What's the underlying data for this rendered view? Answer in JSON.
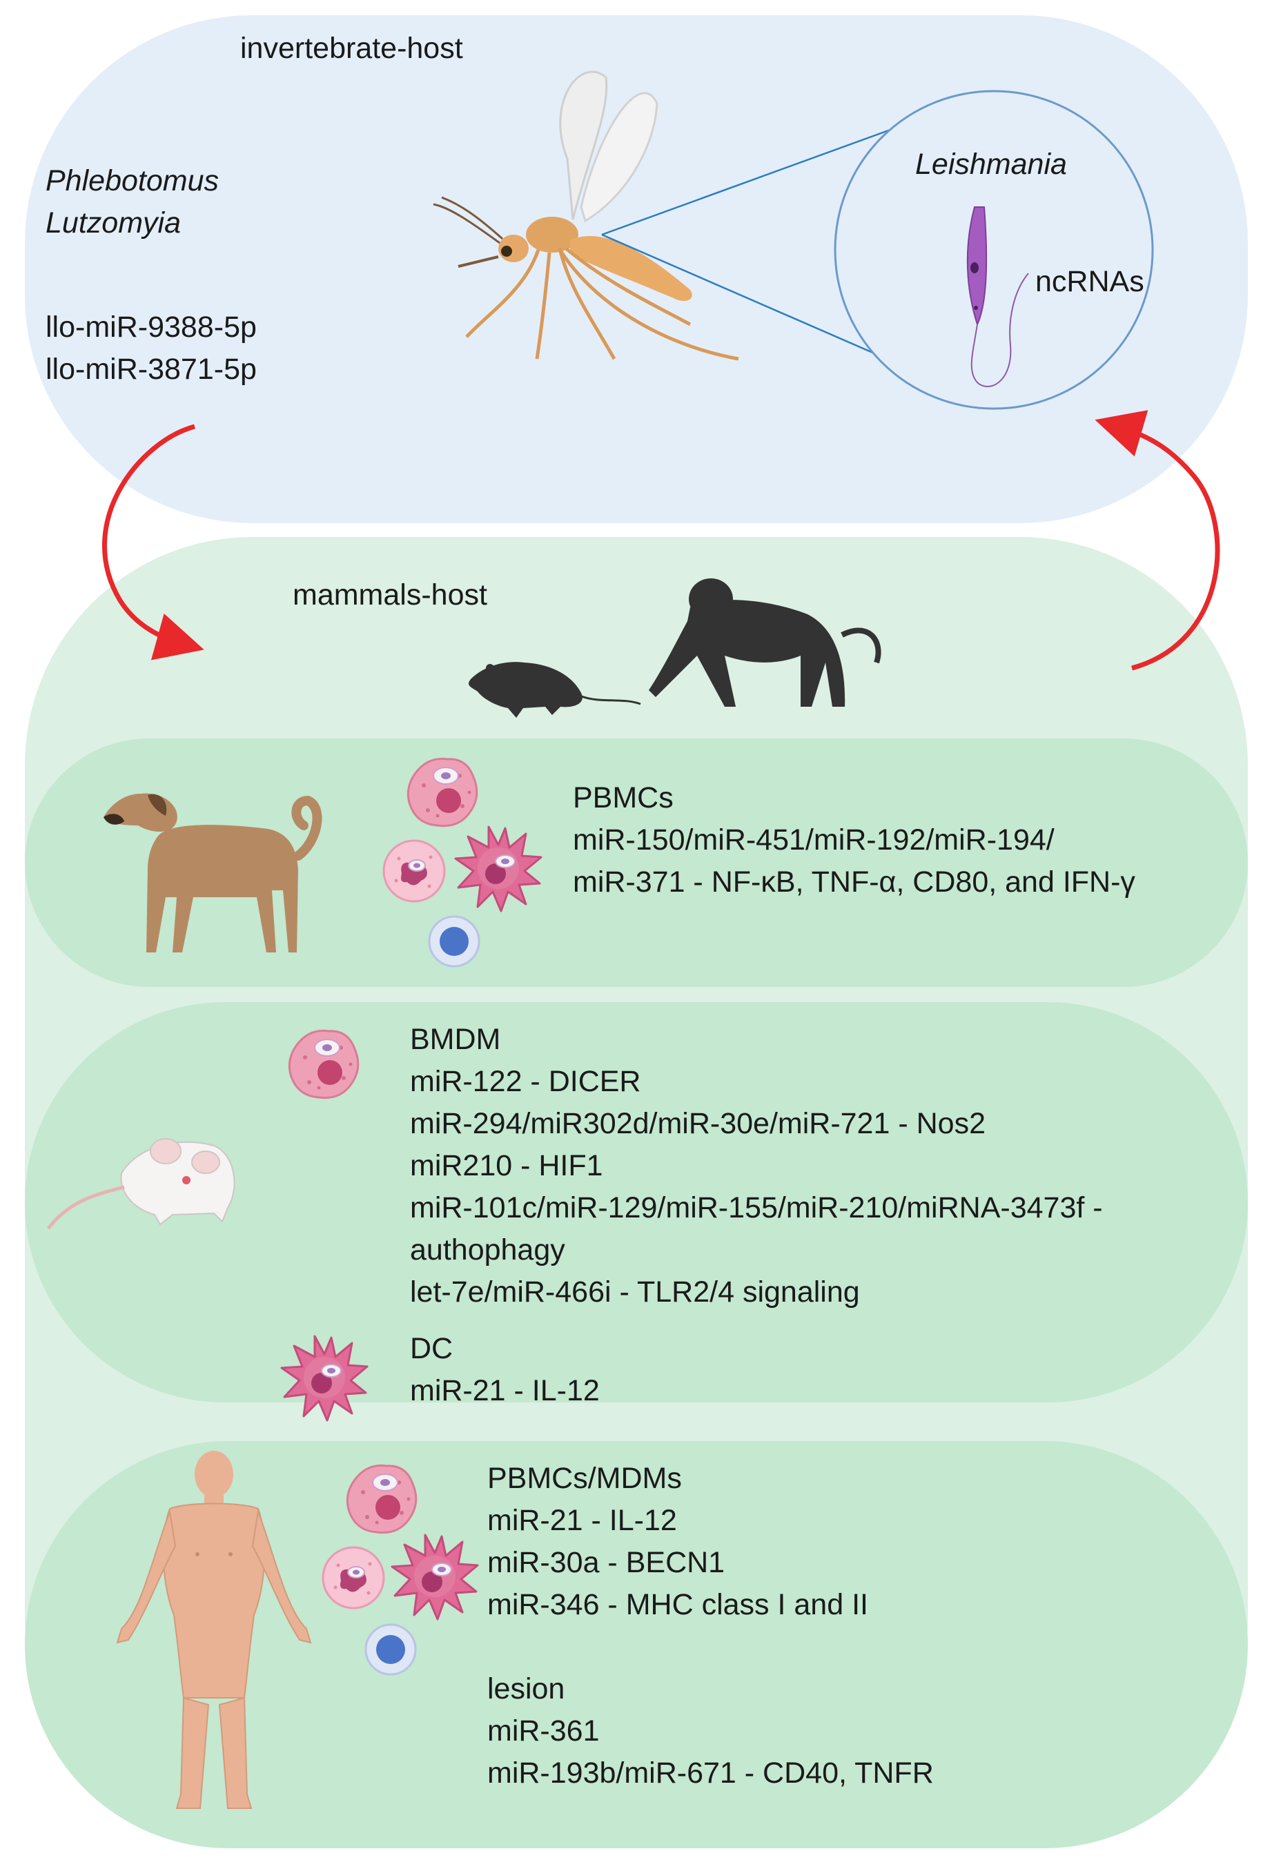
{
  "invertebrate": {
    "title": "invertebrate-host",
    "vectors": [
      "Phlebotomus",
      "Lutzomyia"
    ],
    "mirnas": [
      "llo-miR-9388-5p",
      "llo-miR-3871-5p"
    ],
    "parasite_label": "Leishmania",
    "ncrna_label": "ncRNAs"
  },
  "mammals": {
    "title": "mammals-host"
  },
  "dog_panel": {
    "lines": [
      "PBMCs",
      "miR-150/miR-451/miR-192/miR-194/",
      "miR-371 - NF-κB, TNF-α, CD80, and IFN-γ"
    ]
  },
  "mouse_panel": {
    "bmdm_lines": [
      "BMDM",
      "miR-122 - DICER",
      "miR-294/miR302d/miR-30e/miR-721 - Nos2",
      "miR210 - HIF1",
      "miR-101c/miR-129/miR-155/miR-210/miRNA-3473f -",
      "authophagy",
      "let-7e/miR-466i - TLR2/4 signaling"
    ],
    "dc_lines": [
      "DC",
      "miR-21 - IL-12"
    ]
  },
  "human_panel": {
    "lines": [
      "PBMCs/MDMs",
      "miR-21 - IL-12",
      "miR-30a - BECN1",
      "miR-346 -  MHC class I and II",
      "",
      "lesion",
      "miR-361",
      "miR-193b/miR-671 -  CD40, TNFR"
    ]
  },
  "colors": {
    "invertebrate_bg": "#e4eef9",
    "mammal_bg": "#dcf0e4",
    "panel_bg": "#c4e8d0",
    "arrow": "#e8282a",
    "parasite": "#9b4fb0",
    "macrophage": "#e07a95",
    "monocyte": "#4a74c8",
    "silhouette": "#333333",
    "dog": "#b58a63",
    "skin": "#e9b294"
  },
  "icons": [
    "sandfly-icon",
    "leishmania-icon",
    "rat-silhouette-icon",
    "monkey-silhouette-icon",
    "dog-icon",
    "white-mouse-icon",
    "human-figure-icon",
    "macrophage-icon",
    "neutrophil-icon",
    "dendritic-cell-icon",
    "lymphocyte-icon"
  ]
}
